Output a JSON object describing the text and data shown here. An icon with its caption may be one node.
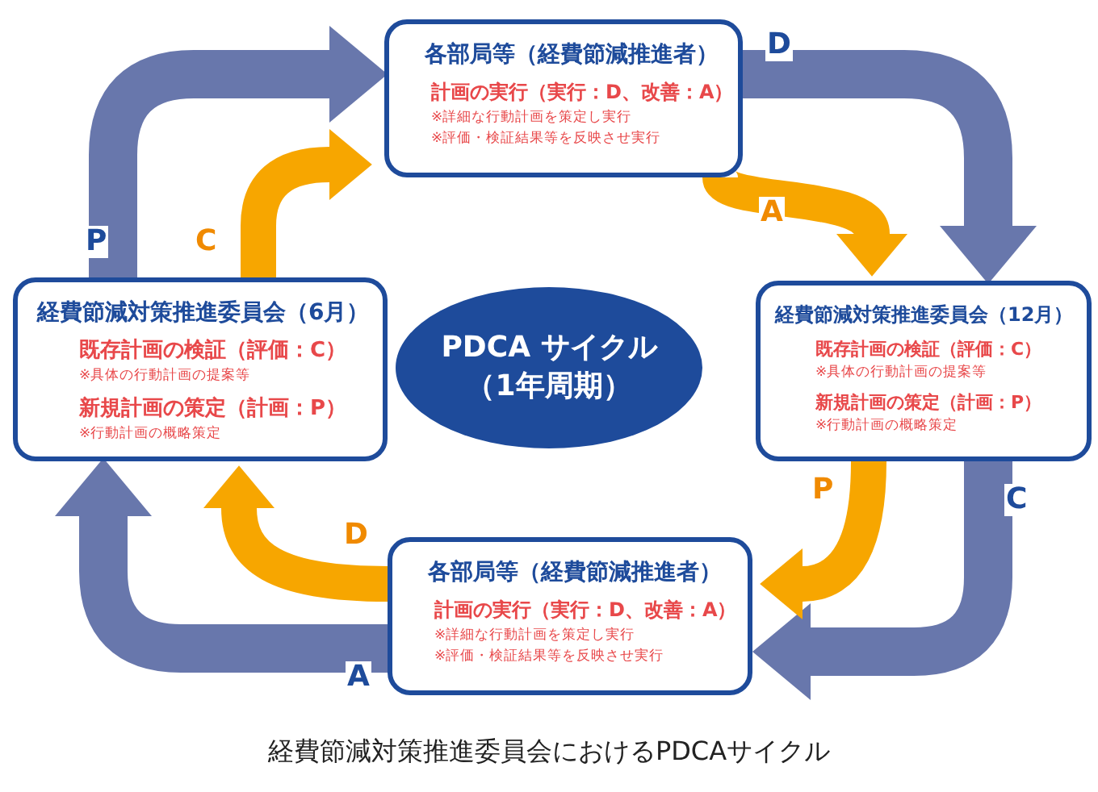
{
  "diagram": {
    "caption": "経費節減対策推進委員会におけるPDCAサイクル",
    "nodes": [
      {
        "text": [
          "各部局等（経費節減推進者）",
          "計画の実行（実行：D、改善：A）",
          "※詳細な行動計画を策定し実行",
          "※評価・検証結果等を反映させ実行"
        ]
      },
      {
        "text": [
          "経費節減対策推進委員会（12月）",
          "既存計画の検証（評価：C）",
          "※具体の行動計画の提案等",
          "新規計画の策定（計画：P）",
          "※行動計画の概略策定"
        ]
      },
      {
        "text": [
          "各部局等（経費節減推進者）",
          "計画の実行（実行：D、改善：A）",
          "※詳細な行動計画を策定し実行",
          "※評価・検証結果等を反映させ実行"
        ]
      },
      {
        "text": [
          "経費節減対策推進委員会（6月）",
          "既存計画の検証（評価：C）",
          "※具体の行動計画の提案等",
          "新規計画の策定（計画：P）",
          "※行動計画の概略策定"
        ]
      },
      {
        "text": [
          "PDCA サイクル（1年周期）"
        ]
      }
    ],
    "edges": [
      {
        "from": 0,
        "to": 1,
        "arrow": "to",
        "label": "D"
      },
      {
        "from": 1,
        "to": 2,
        "arrow": "to",
        "label": "C"
      },
      {
        "from": 2,
        "to": 3,
        "arrow": "to",
        "label": "A"
      },
      {
        "from": 3,
        "to": 0,
        "arrow": "to",
        "label": "P"
      },
      {
        "from": 0,
        "to": 1,
        "arrow": "to",
        "label": "A",
        "color": "#f7a600"
      },
      {
        "from": 1,
        "to": 2,
        "arrow": "to",
        "label": "P",
        "color": "#f7a600"
      },
      {
        "from": 2,
        "to": 3,
        "arrow": "to",
        "label": "D",
        "color": "#f7a600"
      },
      {
        "from": 3,
        "to": 0,
        "arrow": "to",
        "label": "C",
        "color": "#f7a600"
      }
    ]
  }
}
